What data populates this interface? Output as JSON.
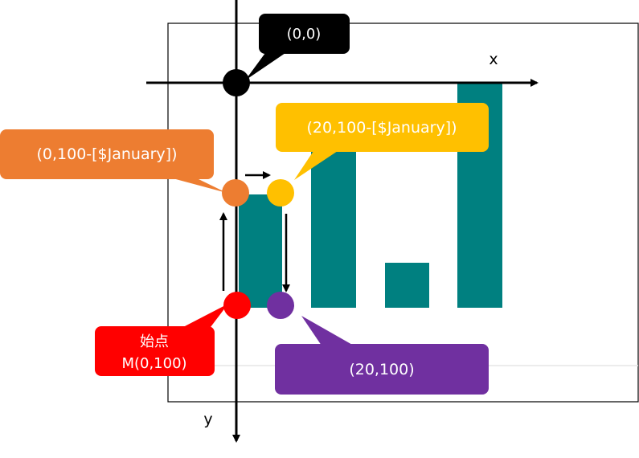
{
  "axes": {
    "x_label": "x",
    "y_label": "y"
  },
  "callouts": {
    "origin": "(0,0)",
    "top_left": "(0,100-[$January])",
    "top_right": "(20,100-[$January])",
    "start_line1": "始点",
    "start_line2": "M(0,100)",
    "bottom_right": "(20,100)"
  },
  "colors": {
    "bar": "#008080",
    "point_top_left": "#ED7D31",
    "point_top_right": "#FFC000",
    "point_start": "#FF0000",
    "point_bottom_right": "#7030A0",
    "origin_point": "#000000"
  }
}
